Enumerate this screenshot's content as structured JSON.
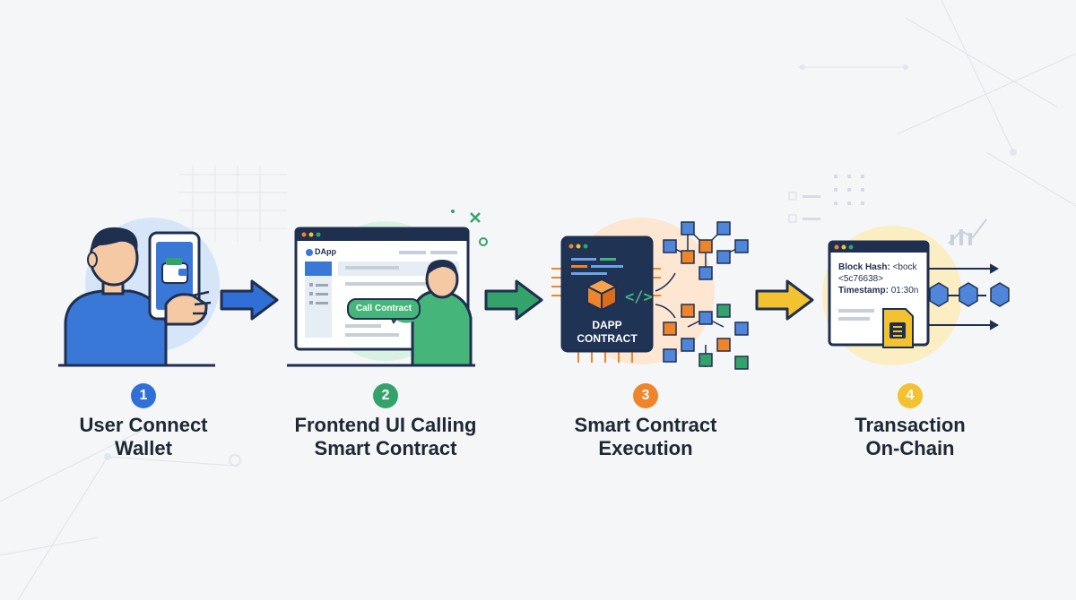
{
  "steps": [
    {
      "number": "1",
      "title": "User Connect\nWallet",
      "color": "#2f6fd6"
    },
    {
      "number": "2",
      "title": "Frontend UI Calling\nSmart Contract",
      "color": "#34a36b",
      "app_name": "DApp",
      "button_label": "Call Contract"
    },
    {
      "number": "3",
      "title": "Smart Contract\nExecution",
      "color": "#f0842a",
      "contract_label_line1": "DAPP",
      "contract_label_line2": "CONTRACT",
      "code_glyph": "</>"
    },
    {
      "number": "4",
      "title": "Transaction\nOn-Chain",
      "color": "#f2c230",
      "block_hash_label": "Block Hash:",
      "block_hash_value": "<bock",
      "hash_line2": "<5c76638>",
      "timestamp_label": "Timestamp:",
      "timestamp_value": "01:30n"
    }
  ],
  "colors": {
    "blue": "#2f6fd6",
    "green": "#34a36b",
    "orange": "#f0842a",
    "yellow": "#f2c230",
    "navy": "#1f2f4f"
  }
}
